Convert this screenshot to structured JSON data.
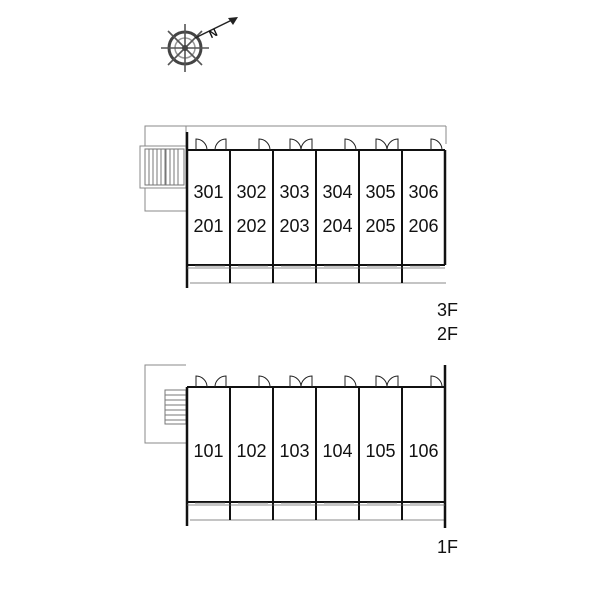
{
  "compass": {
    "north_label": "N",
    "icon": "compass-rose-icon"
  },
  "upper_block": {
    "units_top": [
      "301",
      "302",
      "303",
      "304",
      "305",
      "306"
    ],
    "units_bottom": [
      "201",
      "202",
      "203",
      "204",
      "205",
      "206"
    ],
    "floor_labels": [
      "3F",
      "2F"
    ]
  },
  "lower_block": {
    "units": [
      "101",
      "102",
      "103",
      "104",
      "105",
      "106"
    ],
    "floor_label": "1F"
  }
}
